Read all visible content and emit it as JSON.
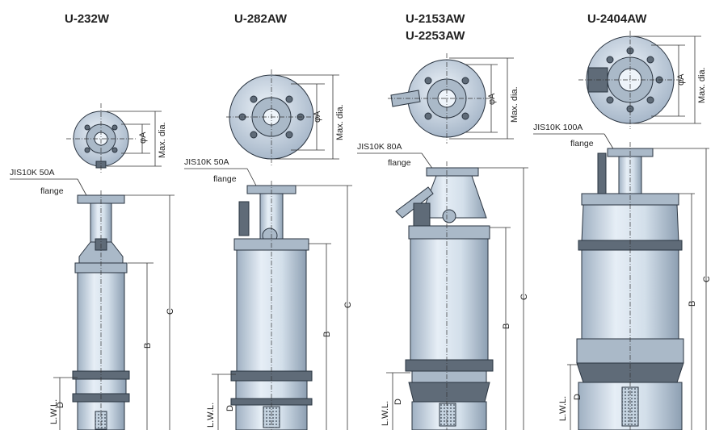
{
  "pumps": [
    {
      "id": "u232w",
      "title_line1": "U-232W",
      "title_line2": "",
      "flange_spec": "JIS10K 50A",
      "flange_word": "flange"
    },
    {
      "id": "u282aw",
      "title_line1": "U-282AW",
      "title_line2": "",
      "flange_spec": "JIS10K 50A",
      "flange_word": "flange"
    },
    {
      "id": "u2153aw",
      "title_line1": "U-2153AW",
      "title_line2": "U-2253AW",
      "flange_spec": "JIS10K 80A",
      "flange_word": "flange"
    },
    {
      "id": "u2404aw",
      "title_line1": "U-2404AW",
      "title_line2": "",
      "flange_spec": "JIS10K 100A",
      "flange_word": "flange"
    }
  ],
  "dimensions": {
    "phi_a": "φA",
    "max_dia": "Max. dia.",
    "b": "B",
    "c": "C",
    "d": "D",
    "lwl": "L.W.L."
  },
  "colors": {
    "steel_light": "#dfe8f2",
    "steel_mid": "#b9c8d8",
    "steel_dark": "#5f6b78",
    "line": "#2a3440"
  }
}
